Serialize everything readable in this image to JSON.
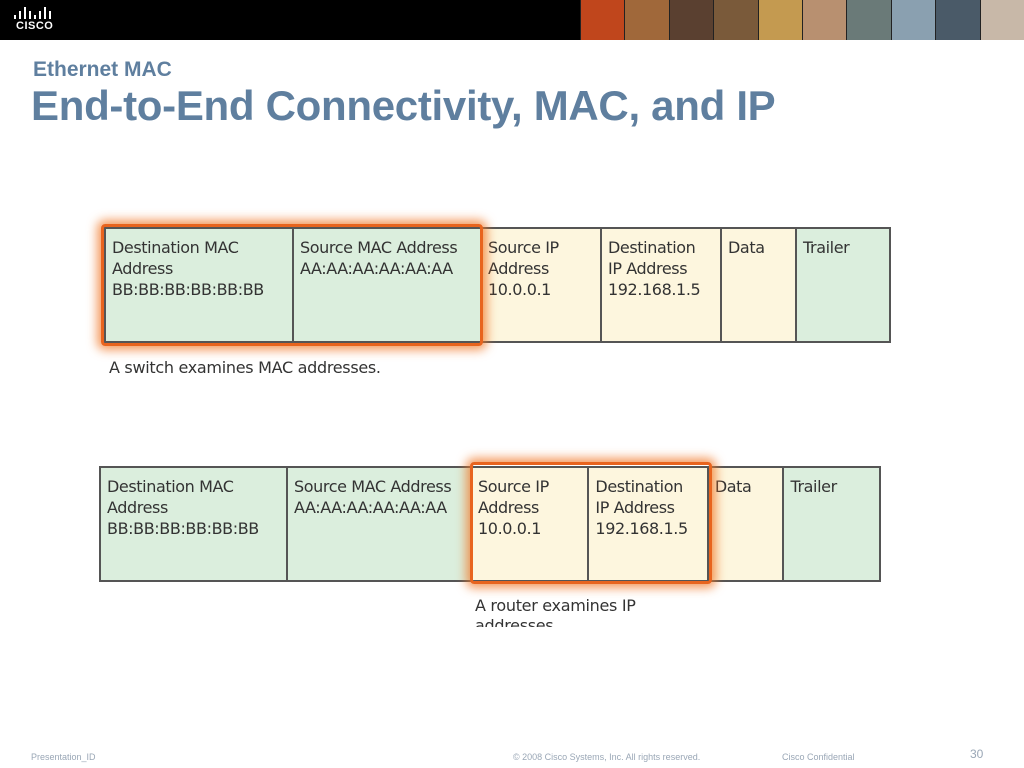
{
  "header": {
    "logo_text": "CISCO",
    "photo_colors": [
      "#c0461c",
      "#a0683a",
      "#5a4030",
      "#7a5a3a",
      "#c49a50",
      "#b89070",
      "#6a7a78",
      "#8aa0b0",
      "#4a5a68",
      "#c8b8a8"
    ]
  },
  "slide": {
    "subtitle": "Ethernet MAC",
    "title": "End-to-End Connectivity, MAC, and IP"
  },
  "frame1": {
    "cells": [
      {
        "l1": "Destination MAC",
        "l2": "Address",
        "l3": "BB:BB:BB:BB:BB:BB"
      },
      {
        "l1": "Source MAC Address",
        "l2": "AA:AA:AA:AA:AA:AA",
        "l3": ""
      },
      {
        "l1": "Source IP",
        "l2": "Address",
        "l3": "10.0.0.1"
      },
      {
        "l1": "Destination",
        "l2": "IP Address",
        "l3": "192.168.1.5"
      },
      {
        "l1": "Data",
        "l2": "",
        "l3": ""
      },
      {
        "l1": "Trailer",
        "l2": "",
        "l3": ""
      }
    ],
    "caption": "A switch examines MAC addresses."
  },
  "frame2": {
    "cells": [
      {
        "l1": "Destination MAC",
        "l2": "Address",
        "l3": "BB:BB:BB:BB:BB:BB"
      },
      {
        "l1": "Source MAC Address",
        "l2": "AA:AA:AA:AA:AA:AA",
        "l3": ""
      },
      {
        "l1": "Source IP",
        "l2": "Address",
        "l3": "10.0.0.1"
      },
      {
        "l1": "Destination",
        "l2": "IP Address",
        "l3": "192.168.1.5"
      },
      {
        "l1": "Data",
        "l2": "",
        "l3": ""
      },
      {
        "l1": "Trailer",
        "l2": "",
        "l3": ""
      }
    ],
    "caption_line1": "A router examines IP",
    "caption_line2": "addresses."
  },
  "footer": {
    "presentation_id": "Presentation_ID",
    "copyright": "© 2008 Cisco Systems, Inc. All rights reserved.",
    "confidential": "Cisco Confidential",
    "page_number": "30"
  }
}
